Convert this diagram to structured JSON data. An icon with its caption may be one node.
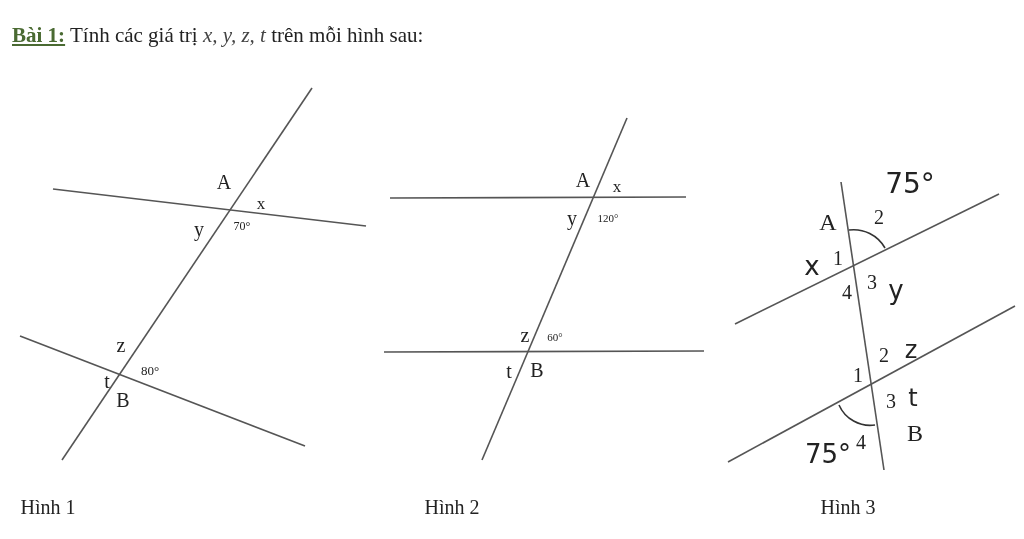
{
  "diagram": {
    "title": "**Bài 1:** Tính các giá trị *x, y, z, t* trên mỗi hình sau:",
    "labels": [
      "A",
      "x",
      "y",
      "70°",
      "z",
      "80°",
      "t",
      "B",
      "Hình 1",
      "A",
      "x",
      "y",
      "120°",
      "z",
      "60°",
      "t",
      "B",
      "Hình 2",
      "75°",
      "A",
      "2",
      "x",
      "1",
      "3",
      "y",
      "4",
      "2",
      "z",
      "1",
      "3",
      "t",
      "B",
      "75°",
      "4",
      "Hình 3"
    ]
  }
}
